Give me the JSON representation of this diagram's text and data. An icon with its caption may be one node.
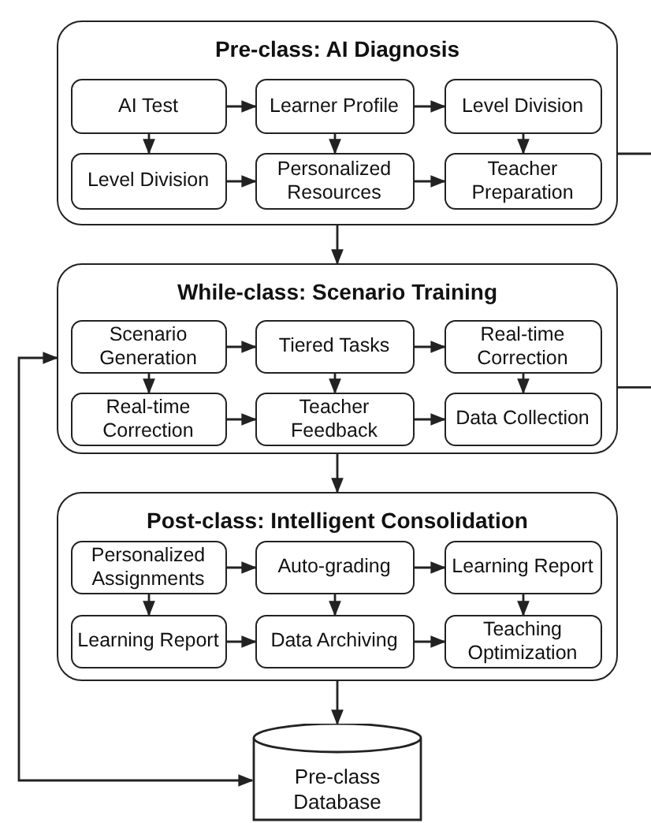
{
  "diagram": {
    "nodes": [
      {
        "text": [
          "Pre-class: AI Diagnosis"
        ]
      },
      {
        "text": [
          "AI Test"
        ],
        "in": 0
      },
      {
        "text": [
          "Learner Profile"
        ],
        "in": 0
      },
      {
        "text": [
          "Level Division"
        ],
        "in": 0
      },
      {
        "text": [
          "Level Division"
        ],
        "in": 0
      },
      {
        "text": [
          "Personalized Resources"
        ],
        "in": 0
      },
      {
        "text": [
          "Teacher Preparation"
        ],
        "in": 0
      },
      {
        "text": [
          "While-class: Scenario Training"
        ]
      },
      {
        "text": [
          "Scenario Generation"
        ],
        "in": 7
      },
      {
        "text": [
          "Tiered Tasks"
        ],
        "in": 7
      },
      {
        "text": [
          "Real-time Correction"
        ],
        "in": 7
      },
      {
        "text": [
          "Real-time Correction"
        ],
        "in": 7
      },
      {
        "text": [
          "Teacher Feedback"
        ],
        "in": 7
      },
      {
        "text": [
          "Data Collection"
        ],
        "in": 7
      },
      {
        "text": [
          "Post-class: Intelligent Consolidation"
        ]
      },
      {
        "text": [
          "Personalized Assignments"
        ],
        "in": 14
      },
      {
        "text": [
          "Auto-grading"
        ],
        "in": 14
      },
      {
        "text": [
          "Learning Report"
        ],
        "in": 14
      },
      {
        "text": [
          "Learning Report"
        ],
        "in": 14
      },
      {
        "text": [
          "Data Archiving"
        ],
        "in": 14
      },
      {
        "text": [
          "Teaching Optimization"
        ],
        "in": 14
      },
      {
        "text": [
          "Pre-class Database"
        ]
      }
    ],
    "edges": [
      {
        "from": 1,
        "to": 2,
        "arrow": "to"
      },
      {
        "from": 2,
        "to": 3,
        "arrow": "to"
      },
      {
        "from": 1,
        "to": 4,
        "arrow": "to"
      },
      {
        "from": 2,
        "to": 5,
        "arrow": "to"
      },
      {
        "from": 3,
        "to": 6,
        "arrow": "to"
      },
      {
        "from": 4,
        "to": 5,
        "arrow": "to"
      },
      {
        "from": 5,
        "to": 6,
        "arrow": "to"
      },
      {
        "from": 0,
        "to": 7,
        "arrow": "to"
      },
      {
        "from": 0,
        "to": null,
        "arrow": "none"
      },
      {
        "from": 8,
        "to": 9,
        "arrow": "to"
      },
      {
        "from": 9,
        "to": 10,
        "arrow": "to"
      },
      {
        "from": 8,
        "to": 11,
        "arrow": "to"
      },
      {
        "from": 9,
        "to": 12,
        "arrow": "to"
      },
      {
        "from": 10,
        "to": 13,
        "arrow": "to"
      },
      {
        "from": 11,
        "to": 12,
        "arrow": "to"
      },
      {
        "from": 12,
        "to": 13,
        "arrow": "to"
      },
      {
        "from": 7,
        "to": 14,
        "arrow": "to"
      },
      {
        "from": 7,
        "to": null,
        "arrow": "none"
      },
      {
        "from": 15,
        "to": 16,
        "arrow": "to"
      },
      {
        "from": 16,
        "to": 17,
        "arrow": "to"
      },
      {
        "from": 15,
        "to": 18,
        "arrow": "to"
      },
      {
        "from": 16,
        "to": 19,
        "arrow": "to"
      },
      {
        "from": 17,
        "to": 20,
        "arrow": "to"
      },
      {
        "from": 18,
        "to": 19,
        "arrow": "to"
      },
      {
        "from": 19,
        "to": 20,
        "arrow": "to"
      },
      {
        "from": 14,
        "to": 21,
        "arrow": "to"
      },
      {
        "from": 7,
        "to": 21,
        "arrow": "both"
      }
    ]
  }
}
